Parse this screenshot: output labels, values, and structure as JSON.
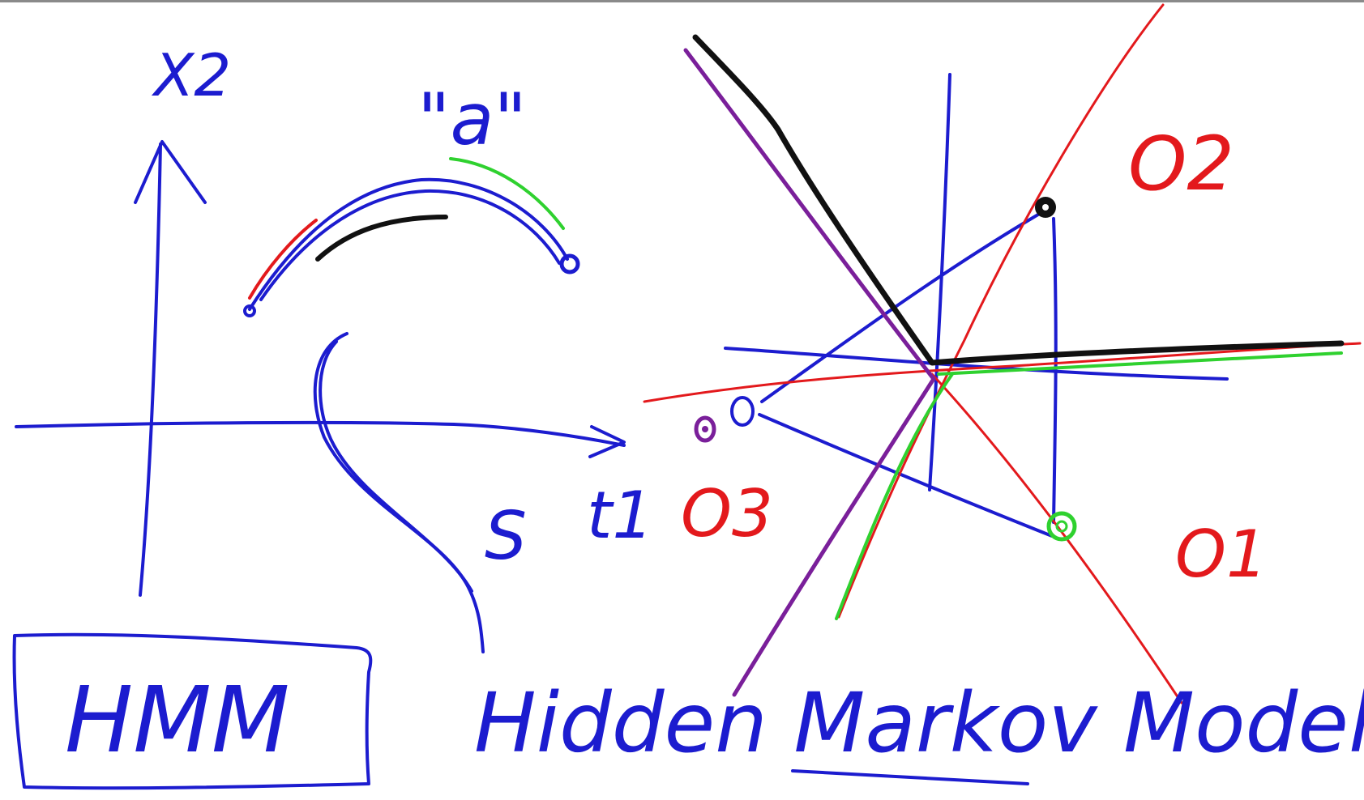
{
  "labels": {
    "axis_x2": "X2",
    "axis_t1": "t1",
    "quote_a": "\"a\"",
    "letter_s": "S",
    "o1": "O1",
    "o2": "O2",
    "o3": "O3",
    "hmm": "HMM",
    "hidden_markov_model": "Hidden Markov Model"
  },
  "colors": {
    "background": "#ffffff",
    "blue_ink": "#1c1ccf",
    "red_ink": "#e3191c",
    "green_ink": "#2fd12f",
    "black_ink": "#111111",
    "purple_ink": "#7a1f9a"
  }
}
